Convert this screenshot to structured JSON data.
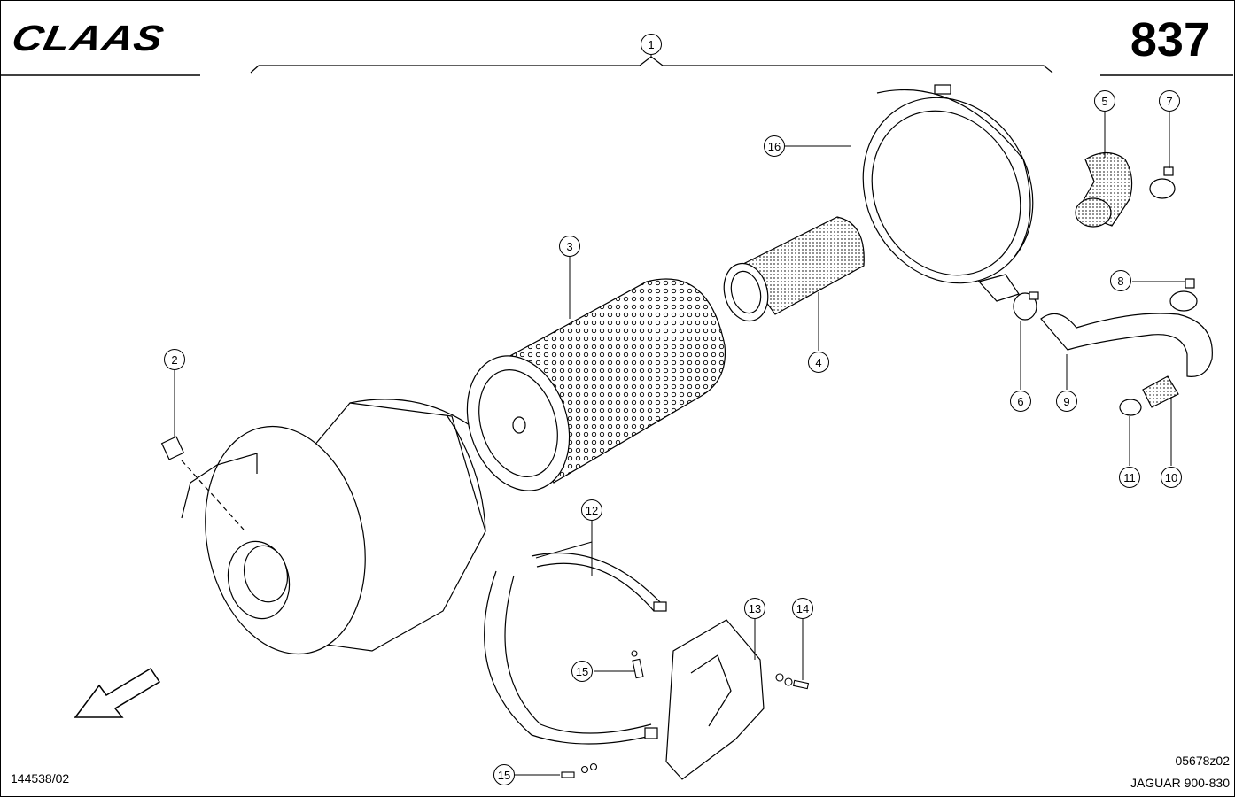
{
  "header": {
    "brand": "CLAAS",
    "page_number": "837"
  },
  "footer": {
    "document_number": "144538/02",
    "drawing_code": "05678z02",
    "model": "JAGUAR 900-830"
  },
  "callouts": [
    "1",
    "2",
    "3",
    "4",
    "5",
    "6",
    "7",
    "8",
    "9",
    "10",
    "11",
    "12",
    "13",
    "14",
    "15",
    "15",
    "16"
  ],
  "icons": {
    "direction": "direction-arrow-icon"
  }
}
